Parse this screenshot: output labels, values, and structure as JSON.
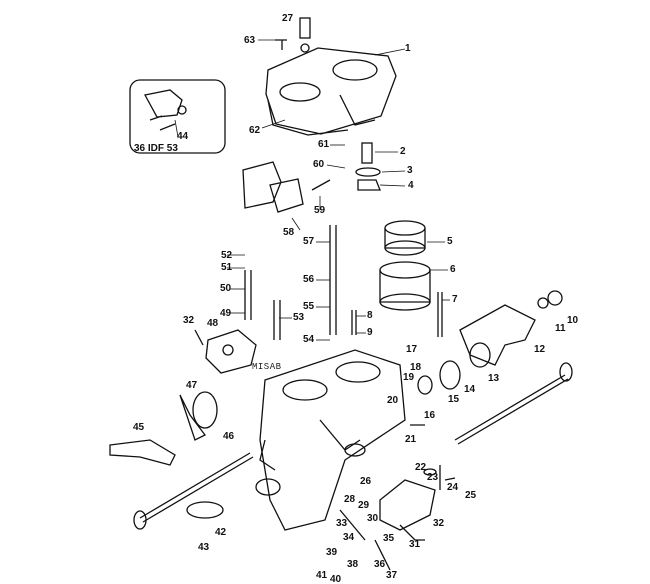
{
  "diagram": {
    "watermark": "MISAB",
    "inset_caption": "36 IDF 53",
    "part_numbers": [
      "1",
      "2",
      "3",
      "4",
      "5",
      "6",
      "7",
      "8",
      "9",
      "10",
      "11",
      "12",
      "13",
      "14",
      "15",
      "16",
      "17",
      "18",
      "19",
      "20",
      "21",
      "22",
      "23",
      "24",
      "25",
      "26",
      "27",
      "28",
      "29",
      "30",
      "31",
      "32",
      "32",
      "33",
      "34",
      "35",
      "36",
      "37",
      "38",
      "39",
      "40",
      "41",
      "42",
      "43",
      "44",
      "45",
      "46",
      "47",
      "48",
      "49",
      "50",
      "51",
      "52",
      "53",
      "54",
      "55",
      "56",
      "57",
      "58",
      "59",
      "60",
      "61",
      "62",
      "63"
    ]
  }
}
